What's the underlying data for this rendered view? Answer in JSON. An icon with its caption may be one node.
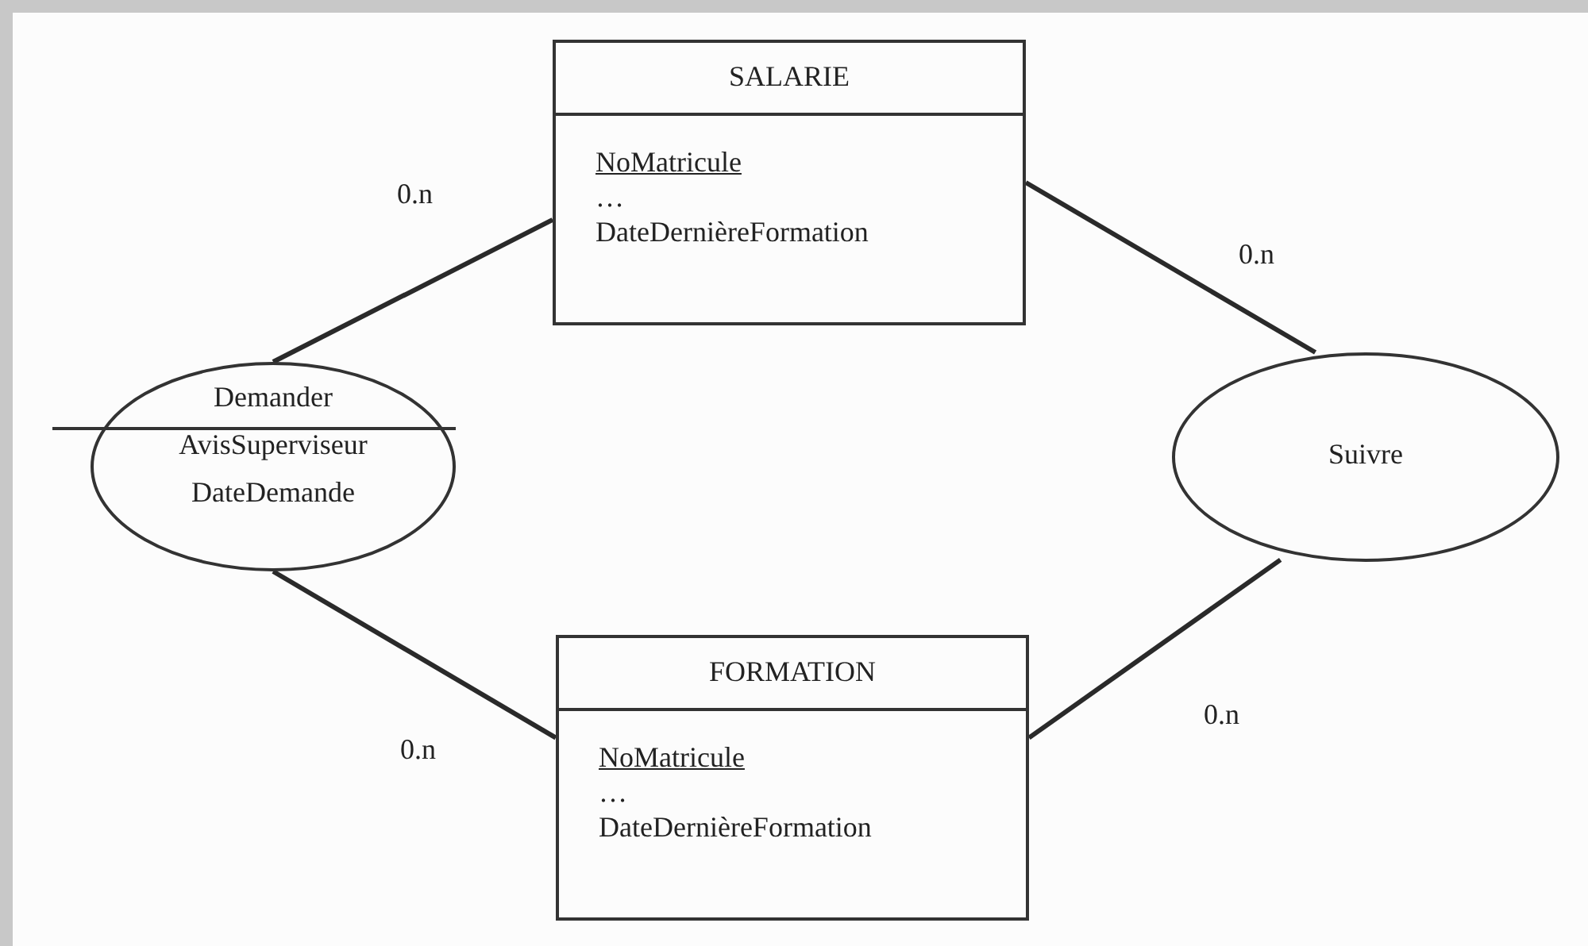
{
  "diagram": {
    "nodes": [
      {
        "text": [
          "SALARIE",
          "NoMatricule",
          "…",
          "DateDernièreFormation"
        ]
      },
      {
        "text": [
          "Demander",
          "AvisSuperviseur",
          "DateDemande"
        ]
      },
      {
        "text": [
          "Suivre"
        ]
      },
      {
        "text": [
          "FORMATION",
          "NoMatricule",
          "…",
          "DateDernièreFormation"
        ]
      }
    ],
    "edges": [
      {
        "from": 1,
        "to": 0,
        "arrow": "none"
      },
      {
        "from": 0,
        "to": 2,
        "arrow": "none"
      },
      {
        "from": 1,
        "to": 3,
        "arrow": "none"
      },
      {
        "from": 3,
        "to": 2,
        "arrow": "none"
      }
    ],
    "labels": [
      "0.n",
      "0.n",
      "0.n",
      "0.n"
    ]
  }
}
